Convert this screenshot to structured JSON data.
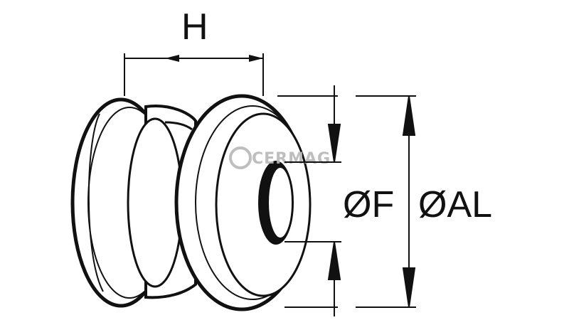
{
  "labels": {
    "height": "H",
    "inner_diameter": "ØF",
    "outer_diameter": "ØAL"
  },
  "watermark": {
    "text": "CERMAG"
  },
  "colors": {
    "line": "#111111",
    "background": "#ffffff",
    "watermark": "#b8b8b8"
  }
}
